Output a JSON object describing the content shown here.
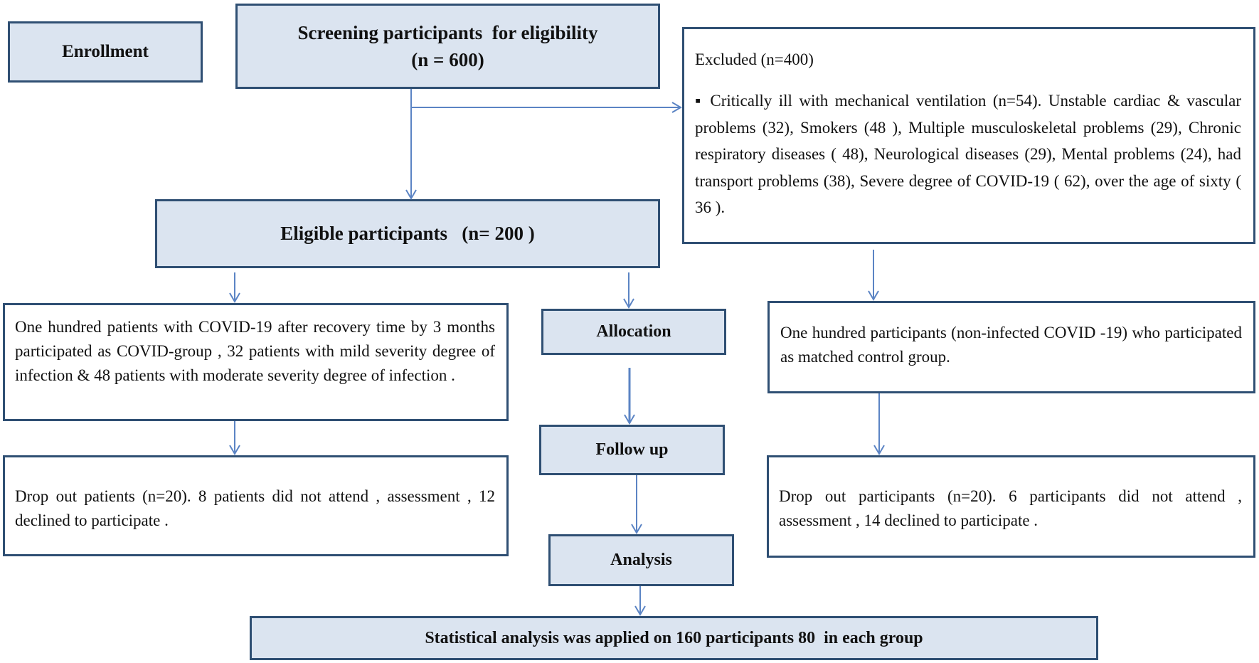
{
  "colors": {
    "box_border": "#2f4f73",
    "box_fill": "#dbe4f0",
    "arrow": "#5b84c4"
  },
  "enrollment": {
    "label": "Enrollment"
  },
  "screening": {
    "line1": "Screening participants  for eligibility",
    "line2": "(n = 600)"
  },
  "excluded": {
    "heading": "Excluded (n=400)",
    "details": "▪ Critically ill with mechanical ventilation (n=54). Unstable cardiac & vascular problems (32), Smokers (48 ), Multiple musculoskeletal problems (29), Chronic respiratory diseases ( 48), Neurological diseases (29), Mental problems (24), had transport problems (38), Severe degree of COVID-19 ( 62), over the age of sixty ( 36 )."
  },
  "eligible": {
    "label": "Eligible participants   (n= 200 )"
  },
  "covid_group": {
    "text": "One hundred patients with COVID-19 after recovery time by 3 months participated as COVID-group , 32 patients with mild severity degree of infection & 48 patients with moderate severity degree of infection ."
  },
  "allocation": {
    "label": "Allocation"
  },
  "control_group": {
    "text": "One hundred participants (non-infected COVID -19) who participated as matched control group."
  },
  "covid_dropout": {
    "text": "Drop out patients (n=20). 8 patients did not attend , assessment , 12 declined to participate ."
  },
  "follow_up": {
    "label": "Follow up"
  },
  "control_dropout": {
    "text": "Drop out participants (n=20). 6 participants did not attend , assessment , 14 declined to participate ."
  },
  "analysis": {
    "label": "Analysis"
  },
  "statistical": {
    "label": "Statistical analysis was applied on 160 participants 80  in each group"
  }
}
